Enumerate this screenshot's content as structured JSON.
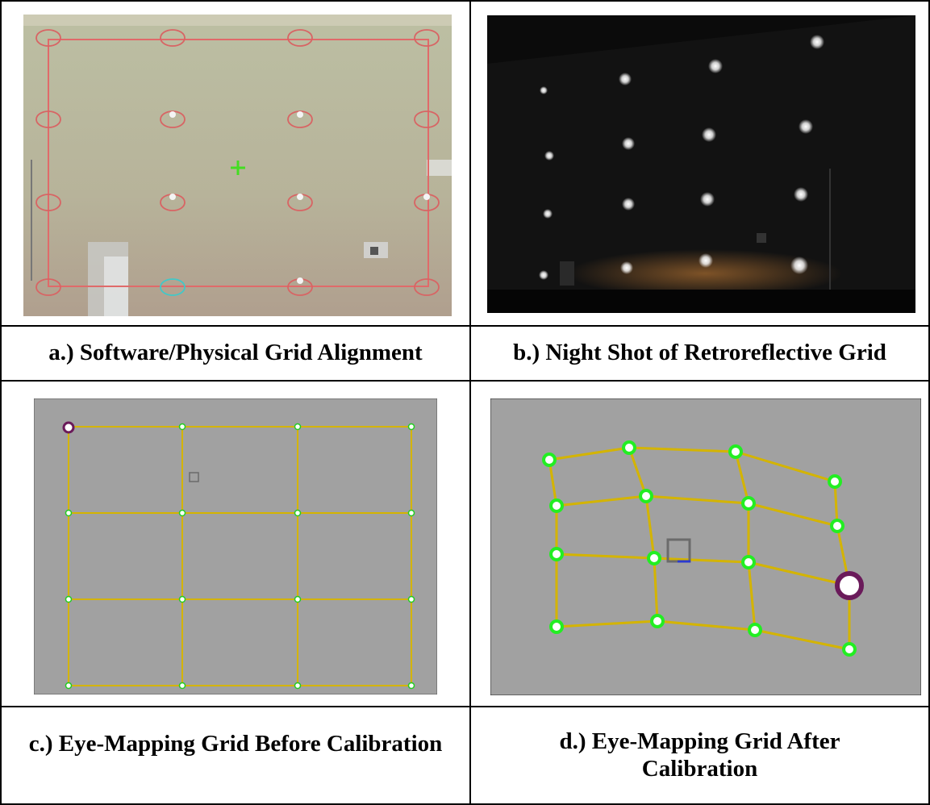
{
  "captions": {
    "a": "a.) Software/Physical Grid Alignment",
    "b": "b.) Night Shot of Retroreflective Grid",
    "c": "c.) Eye-Mapping Grid Before Calibration",
    "d": "d.) Eye-Mapping Grid After Calibration"
  },
  "panel_a": {
    "description_colors": {
      "background": "#b9b9a0",
      "grid_line": "#e06a6a",
      "marker": "#d86464",
      "highlight_marker": "#41c8c8",
      "crosshair": "#44dd22"
    }
  },
  "panel_b": {
    "description_colors": {
      "background": "#0d0d0d",
      "light": "#ffffff",
      "glow": "#8a5a2a"
    }
  },
  "panel_c": {
    "description_colors": {
      "background": "#a1a1a1",
      "grid_line": "#d4b400",
      "node": "#22cc22",
      "selected_node": "#6a1a5a"
    }
  },
  "panel_d": {
    "description_colors": {
      "background": "#a1a1a1",
      "grid_line": "#d4b400",
      "node": "#22ee22",
      "selected_node": "#6a1a5a",
      "cursor_box": "#6b6b6b"
    }
  }
}
